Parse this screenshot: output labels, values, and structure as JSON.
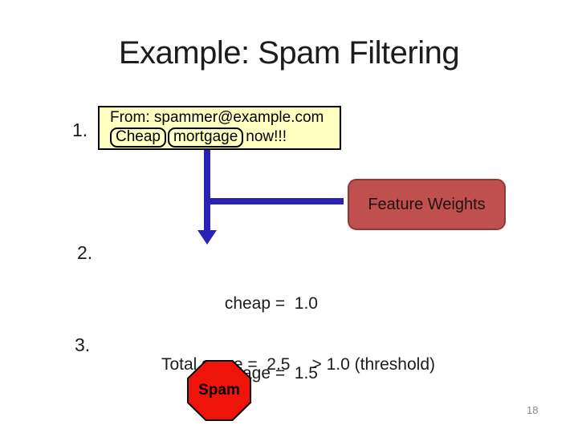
{
  "slide": {
    "title": "Example: Spam Filtering",
    "page_number": "18",
    "background_color": "#ffffff"
  },
  "steps": {
    "one": "1.",
    "two": "2.",
    "three": "3."
  },
  "email_box": {
    "from_line": "From: spammer@example.com",
    "feature_word_1": "Cheap",
    "feature_word_2": "mortgage",
    "trailing_text": "now!!!",
    "fill_color": "#ffffc2",
    "border_color": "#000000"
  },
  "connector": {
    "color": "#2a22b4"
  },
  "feature_weights_box": {
    "label": "Feature Weights",
    "fill_color": "#c0504d",
    "border_color": "#943734"
  },
  "weights": {
    "line1": "cheap =  1.0",
    "line2": "mortgage =  1.5"
  },
  "score_line": {
    "total": "Total score =  2.5",
    "threshold": "> 1.0 (threshold)"
  },
  "verdict": {
    "label": "Spam",
    "fill_color": "#ee1409",
    "border_color": "#000000"
  }
}
